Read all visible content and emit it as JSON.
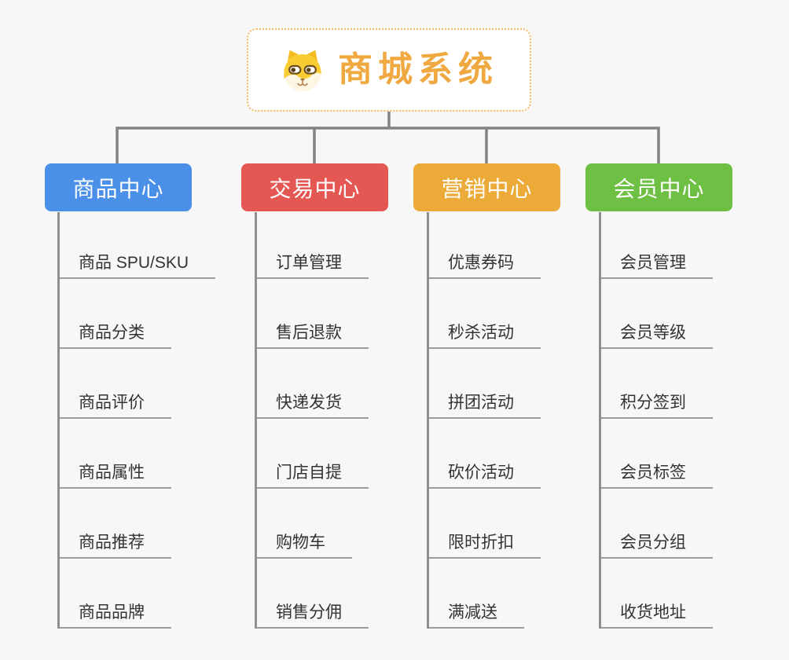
{
  "root": {
    "title": "商城系统",
    "icon": "shiba-dog-icon",
    "title_color": "#f0a840",
    "border_color": "#f2bb61"
  },
  "branches": [
    {
      "label": "商品中心",
      "color": "#4a90e8",
      "children": [
        "商品 SPU/SKU",
        "商品分类",
        "商品评价",
        "商品属性",
        "商品推荐",
        "商品品牌"
      ]
    },
    {
      "label": "交易中心",
      "color": "#e55753",
      "children": [
        "订单管理",
        "售后退款",
        "快递发货",
        "门店自提",
        "购物车",
        "销售分佣"
      ]
    },
    {
      "label": "营销中心",
      "color": "#ecaa38",
      "children": [
        "优惠券码",
        "秒杀活动",
        "拼团活动",
        "砍价活动",
        "限时折扣",
        "满减送"
      ]
    },
    {
      "label": "会员中心",
      "color": "#6ec044",
      "children": [
        "会员管理",
        "会员等级",
        "积分签到",
        "会员标签",
        "会员分组",
        "收货地址"
      ]
    }
  ],
  "connectors": {
    "line_color": "#838383",
    "underline_color": "#9c9c9c"
  },
  "canvas": {
    "background": "#f7f7f7"
  }
}
